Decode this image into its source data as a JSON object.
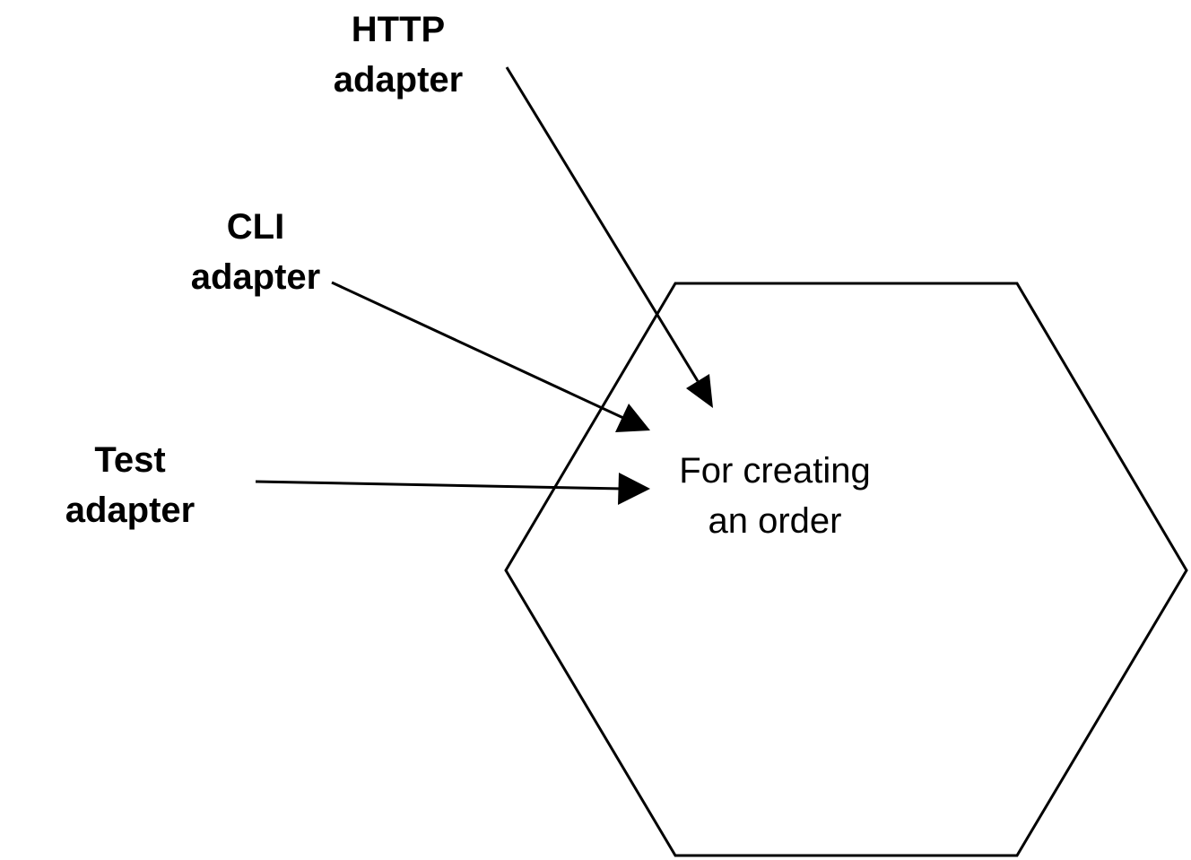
{
  "colors": {
    "stroke": "#000000",
    "background": "#ffffff",
    "text": "#000000"
  },
  "hexagon": {
    "label_line1": "For creating",
    "label_line2": "an order"
  },
  "adapters": [
    {
      "id": "http",
      "line1": "HTTP",
      "line2": "adapter"
    },
    {
      "id": "cli",
      "line1": "CLI",
      "line2": "adapter"
    },
    {
      "id": "test",
      "line1": "Test",
      "line2": "adapter"
    }
  ]
}
